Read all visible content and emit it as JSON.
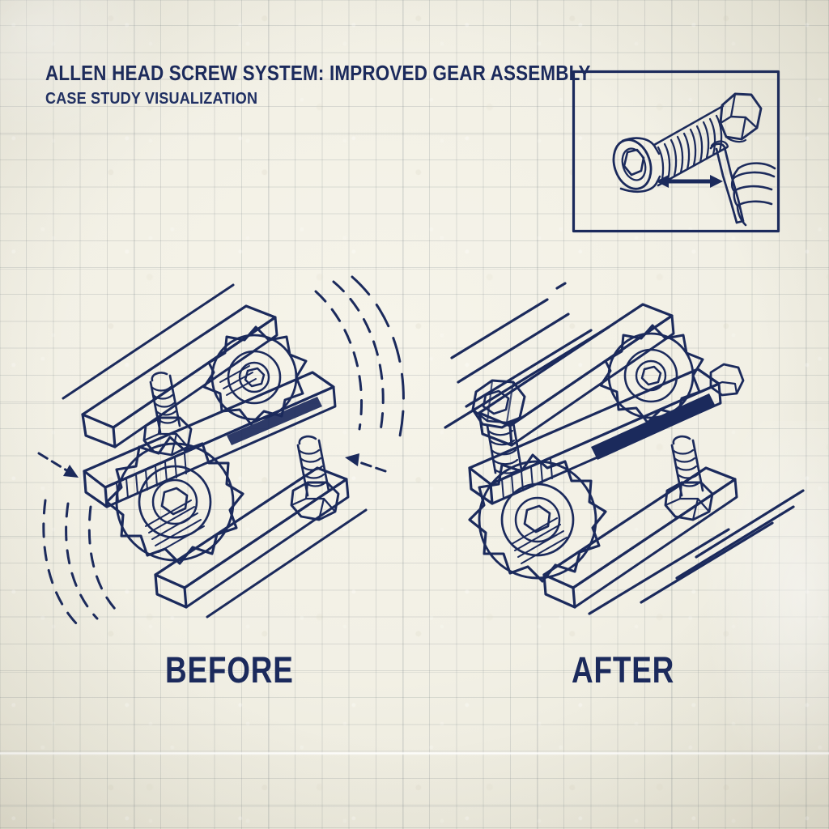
{
  "document": {
    "title": "ALLEN HEAD SCREW SYSTEM: IMPROVED GEAR ASSEMBLY",
    "subtitle": "CASE STUDY VISUALIZATION",
    "style": "blueprint ink sketch on cream graph paper",
    "ink_color": "#1b2a5c",
    "paper_color": "#f3f1e7",
    "grid_color": "#7a848a"
  },
  "inset": {
    "name": "allen-head-screw-detail",
    "contents": [
      "socket-head-cap-screw",
      "hex-socket-drive",
      "threaded-shaft",
      "hex-nut",
      "double-headed-arrow",
      "hand-holding-allen-key"
    ]
  },
  "panels": [
    {
      "id": "before",
      "label": "BEFORE",
      "motion_style": "dashed-concentric-arcs",
      "annotation": "vibration / loosening indicated by dashed arcs and inward arrows",
      "components": [
        "spur-gear-large",
        "spur-gear-small",
        "guide-rail-upper",
        "guide-rail-lower",
        "clamp-bar",
        "hex-bolt-left",
        "hex-bolt-right",
        "hub-hex-socket"
      ]
    },
    {
      "id": "after",
      "label": "AFTER",
      "motion_style": "straight-parallel-speed-lines",
      "annotation": "smooth stable rotation indicated by straight motion lines",
      "components": [
        "spur-gear-large",
        "spur-gear-small",
        "guide-rail-upper",
        "guide-rail-lower",
        "clamp-bar-solid",
        "allen-socket-screw-left",
        "hex-bolt-right",
        "hub-hex-socket"
      ]
    }
  ]
}
